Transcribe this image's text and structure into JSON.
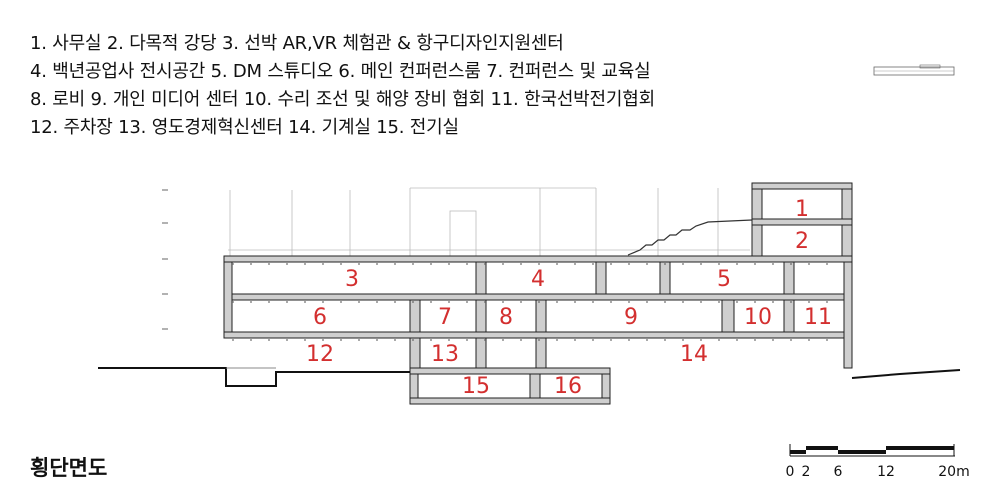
{
  "legend": {
    "lines": [
      "1. 사무실  2. 다목적 강당  3. 선박 AR,VR 체험관 & 항구디자인지원센터",
      "4. 백년공업사 전시공간  5. DM 스튜디오  6. 메인 컨퍼런스룸  7. 컨퍼런스 및 교육실",
      "8. 로비  9. 개인 미디어 센터  10. 수리 조선 및 해양 장비 협회  11. 한국선박전기협회",
      "12. 주차장  13. 영도경제혁신센터  14. 기계실  15. 전기실"
    ]
  },
  "title": "횡단면도",
  "rooms": [
    {
      "label": "1"
    },
    {
      "label": "2"
    },
    {
      "label": "3"
    },
    {
      "label": "4"
    },
    {
      "label": "5"
    },
    {
      "label": "6"
    },
    {
      "label": "7"
    },
    {
      "label": "8"
    },
    {
      "label": "9"
    },
    {
      "label": "10"
    },
    {
      "label": "11"
    },
    {
      "label": "12"
    },
    {
      "label": "13"
    },
    {
      "label": "14"
    },
    {
      "label": "15"
    },
    {
      "label": "16"
    }
  ],
  "scale_bar": {
    "ticks": [
      "0",
      "2",
      "6",
      "12",
      "20m"
    ]
  },
  "colors": {
    "label": "#d32f2f",
    "wall": "#cfcfcf",
    "line": "#222222"
  }
}
